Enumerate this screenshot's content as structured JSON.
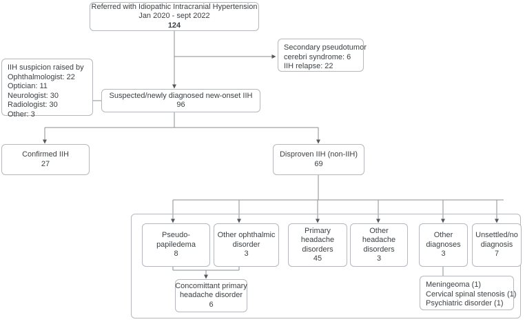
{
  "diagram": {
    "title": "IIH referral pathway flowchart",
    "colors": {
      "border": "#b4b7bb",
      "text": "#3c4043",
      "edge": "#7a7d82",
      "background": "#ffffff"
    },
    "nodes": {
      "referred": {
        "line1": "Referred with Idiopathic Intracranial Hypertension",
        "line2": "Jan 2020 - sept 2022",
        "count": "124"
      },
      "suspicion_source": {
        "line1": "IIH suspicion raised by",
        "line2": "Ophthalmologist: 22",
        "line3": "Optician: 11",
        "line4": "Neurologist: 30",
        "line5": "Radiologist: 30",
        "line6": "Other: 3"
      },
      "secondary": {
        "line1": "Secondary pseudotumor",
        "line2": "cerebri syndrome: 6",
        "line3": "IIH relapse: 22"
      },
      "suspected": {
        "line1": "Suspected/newly diagnosed new-onset IIH",
        "count": "96"
      },
      "confirmed": {
        "line1": "Confirmed IIH",
        "count": "27"
      },
      "disproven": {
        "line1": "Disproven IIH (non-IIH)",
        "count": "69"
      },
      "pseudopapilledema": {
        "line1": "Pseudo-",
        "line2": "papiledema",
        "count": "8"
      },
      "other_ophthalmic": {
        "line1": "Other ophthalmic",
        "line2": "disorder",
        "count": "3"
      },
      "primary_headache": {
        "line1": "Primary",
        "line2": "headache",
        "line3": "disorders",
        "count": "45"
      },
      "other_headache": {
        "line1": "Other",
        "line2": "headache",
        "line3": "disorders",
        "count": "3"
      },
      "other_diagnoses": {
        "line1": "Other",
        "line2": "diagnoses",
        "count": "3"
      },
      "unsettled": {
        "line1": "Unsettled/no",
        "line2": "diagnosis",
        "count": "7"
      },
      "concomittant": {
        "line1": "Concomittant primary",
        "line2": "headache disorder",
        "count": "6"
      },
      "other_diagnoses_detail": {
        "line1": "Meningeoma (1)",
        "line2": "Cervical spinal stenosis (1)",
        "line3": "Psychiatric disorder (1)"
      }
    }
  },
  "chart_data": {
    "type": "diagram",
    "title": "Referred with Idiopathic Intracranial Hypertension, Jan 2020 - sept 2022",
    "total_referred": 124,
    "excluded": {
      "secondary_pseudotumor_cerebri_syndrome": 6,
      "iih_relapse": 22
    },
    "suspected_new_onset_iih": 96,
    "suspicion_raised_by": {
      "Ophthalmologist": 22,
      "Optician": 11,
      "Neurologist": 30,
      "Radiologist": 30,
      "Other": 3
    },
    "outcomes": {
      "Confirmed IIH": 27,
      "Disproven IIH (non-IIH)": 69
    },
    "non_iih_breakdown": {
      "categories": [
        "Pseudo-papiledema",
        "Other ophthalmic disorder",
        "Primary headache disorders",
        "Other headache disorders",
        "Other diagnoses",
        "Unsettled/no diagnosis"
      ],
      "values": [
        8,
        3,
        45,
        3,
        3,
        7
      ]
    },
    "concomittant_primary_headache_disorder": 6,
    "other_diagnoses_detail": {
      "Meningeoma": 1,
      "Cervical spinal stenosis": 1,
      "Psychiatric disorder": 1
    }
  }
}
